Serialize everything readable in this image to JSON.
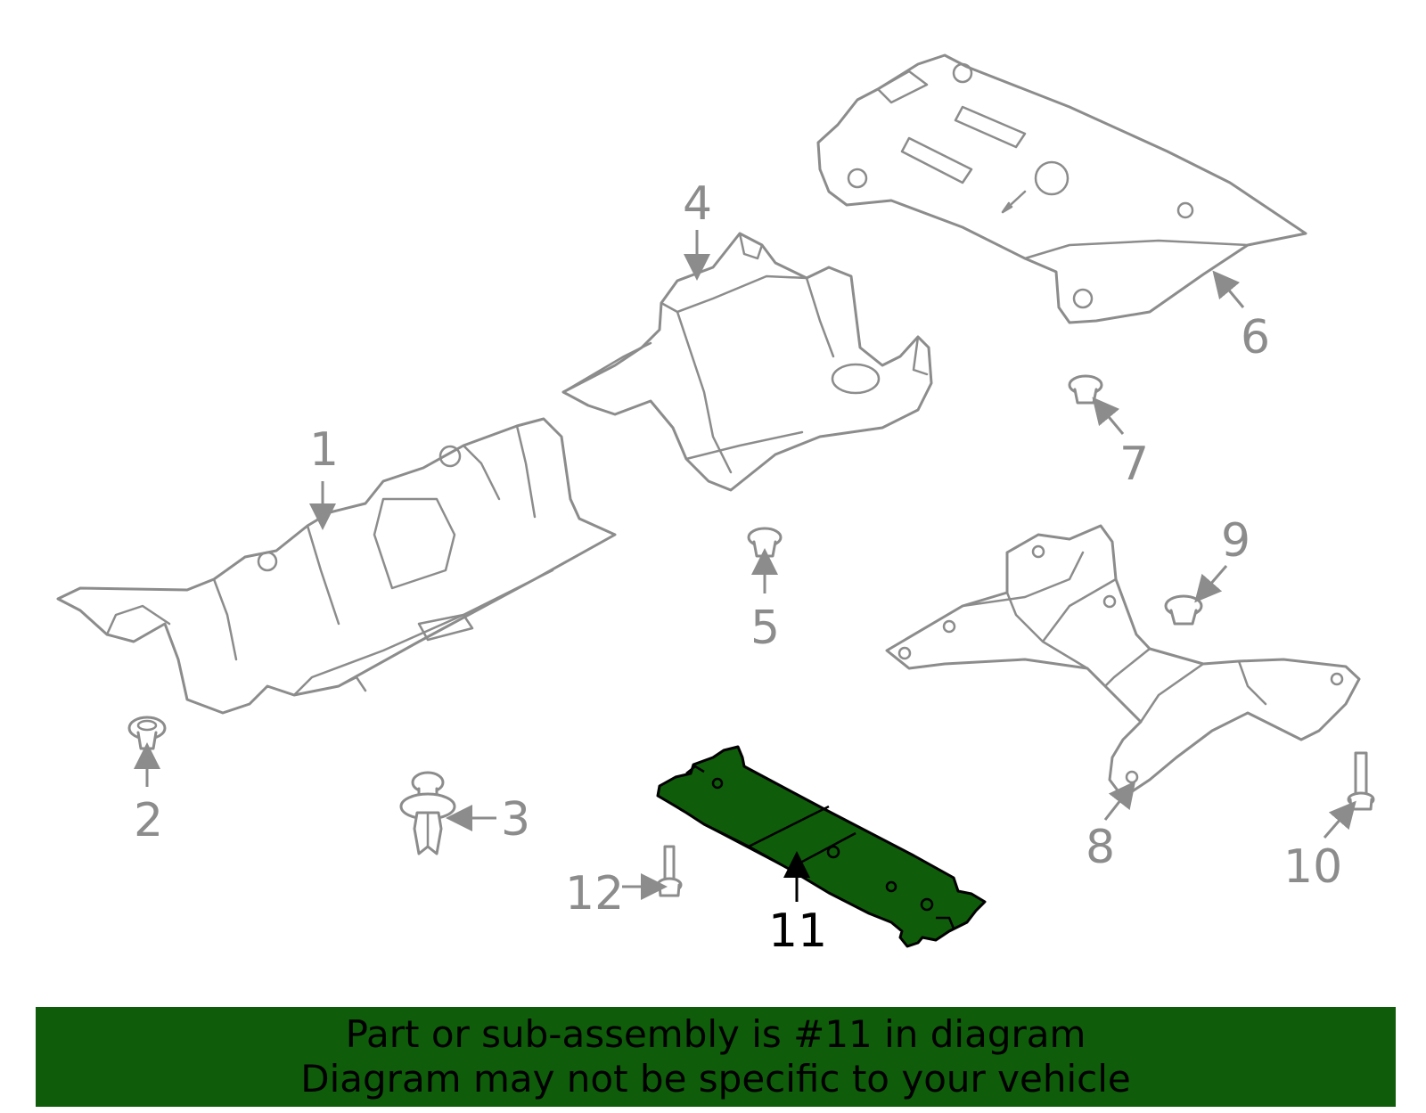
{
  "callouts": {
    "c1": "1",
    "c2": "2",
    "c3": "3",
    "c4": "4",
    "c5": "5",
    "c6": "6",
    "c7": "7",
    "c8": "8",
    "c9": "9",
    "c10": "10",
    "c11": "11",
    "c12": "12"
  },
  "highlighted_part": "11",
  "colors": {
    "highlight": "#0f5c0a",
    "line": "#8c8c8c",
    "active_line": "#000000"
  },
  "banner": {
    "line1": "Part or sub-assembly is #11 in diagram",
    "line2": "Diagram may not be specific to your vehicle"
  }
}
